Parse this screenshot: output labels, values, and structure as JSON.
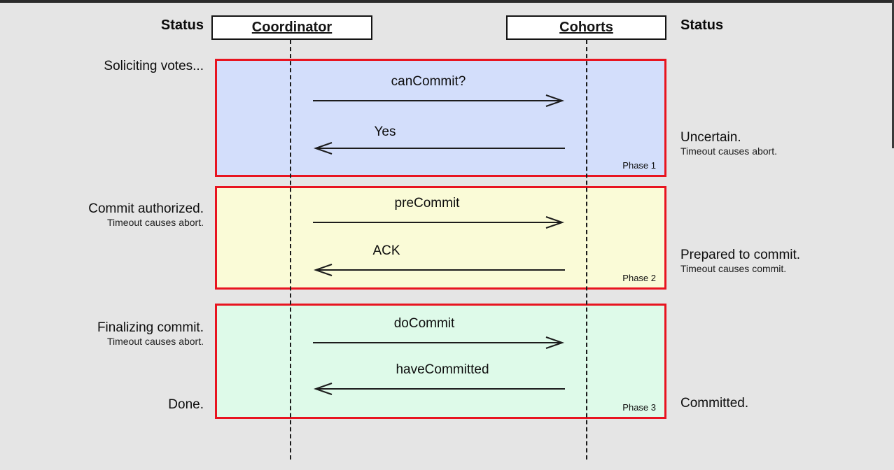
{
  "diagram": {
    "title_semantics": "Three-phase commit protocol sequence diagram",
    "left_status_header": "Status",
    "right_status_header": "Status",
    "actors": [
      {
        "name": "Coordinator"
      },
      {
        "name": "Cohorts"
      }
    ],
    "phases": [
      {
        "label": "Phase 1",
        "left_status": "Soliciting votes...",
        "left_status_sub": "",
        "right_status": "Uncertain.",
        "right_status_sub": "Timeout causes abort.",
        "messages": [
          {
            "text": "canCommit?",
            "direction": "right",
            "from": "Coordinator",
            "to": "Cohorts"
          },
          {
            "text": "Yes",
            "direction": "left",
            "from": "Cohorts",
            "to": "Coordinator"
          }
        ]
      },
      {
        "label": "Phase 2",
        "left_status": "Commit authorized.",
        "left_status_sub": "Timeout causes abort.",
        "right_status": "Prepared to commit.",
        "right_status_sub": "Timeout causes commit.",
        "messages": [
          {
            "text": "preCommit",
            "direction": "right",
            "from": "Coordinator",
            "to": "Cohorts"
          },
          {
            "text": "ACK",
            "direction": "left",
            "from": "Cohorts",
            "to": "Coordinator"
          }
        ]
      },
      {
        "label": "Phase 3",
        "left_status": "Finalizing commit.",
        "left_status_sub": "Timeout causes abort.",
        "left_status_end": "Done.",
        "right_status": "Committed.",
        "right_status_sub": "",
        "messages": [
          {
            "text": "doCommit",
            "direction": "right",
            "from": "Coordinator",
            "to": "Cohorts"
          },
          {
            "text": "haveCommitted",
            "direction": "left",
            "from": "Cohorts",
            "to": "Coordinator"
          }
        ]
      }
    ],
    "colors": {
      "background": "#e5e5e5",
      "phase1_fill": "#d3defb",
      "phase2_fill": "#fafbd7",
      "phase3_fill": "#defae9",
      "phase_border": "#e81420",
      "actor_box_fill": "#ffffff",
      "line_color": "#1a1a1a"
    }
  }
}
